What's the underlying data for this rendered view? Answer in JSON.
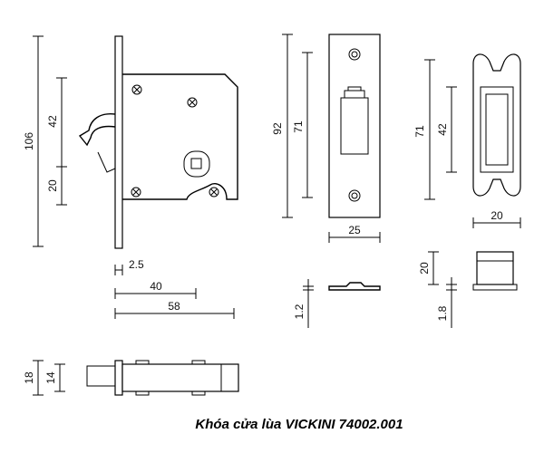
{
  "caption": "Khóa cửa lùa VICKINI 74002.001",
  "lock_body": {
    "dims": {
      "overall_height": "106",
      "upper": "42",
      "lower": "20",
      "faceplate": "2.5",
      "backset": "40",
      "depth": "58"
    }
  },
  "strike_plate": {
    "dims": {
      "height": "92",
      "slot": "71",
      "width": "25",
      "thickness": "1.2"
    }
  },
  "keeper": {
    "dims": {
      "height": "71",
      "inner": "42",
      "width": "20",
      "cap_height": "20",
      "thickness": "1.8"
    }
  },
  "side_view": {
    "dims": {
      "outer": "18",
      "inner": "14"
    }
  }
}
